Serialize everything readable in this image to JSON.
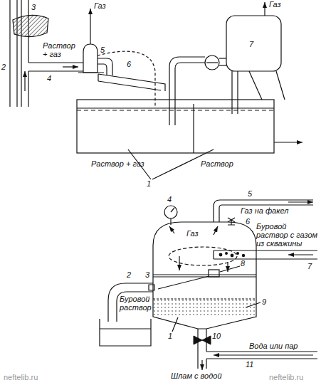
{
  "diagram": {
    "labels": [
      "3",
      "Газ",
      "Газ",
      "Раствор + газ",
      "5",
      "7",
      "2",
      "6",
      "4",
      "Раствор + газ",
      "Раствор",
      "1",
      "5",
      "4",
      "Газ на факел",
      "6",
      "Буровой раствор с газом из скважины",
      "Газ",
      "7",
      "8",
      "2",
      "3",
      "Буровой раствор",
      "9",
      "1",
      "10",
      "Вода или пар",
      "11",
      "Шлам с водой",
      "neftelib.ru",
      "neftelib.ru"
    ]
  }
}
